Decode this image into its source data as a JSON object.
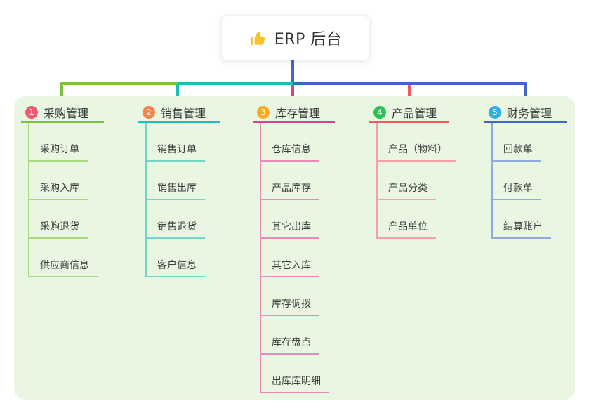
{
  "root": {
    "title": "ERP 后台",
    "icon": "thumbs-up-icon",
    "icon_color": "#f7c32a",
    "connector_color": "#4464c8"
  },
  "panel": {
    "bg": "#e9f6e2"
  },
  "branches": [
    {
      "num": "1",
      "title": "采购管理",
      "badge_color": "#f15a6f",
      "line_color": "#7fc241",
      "child_line_color": "#a9d87f",
      "children": [
        "采购订单",
        "采购入库",
        "采购退货",
        "供应商信息"
      ]
    },
    {
      "num": "2",
      "title": "销售管理",
      "badge_color": "#f8824f",
      "line_color": "#18bfb2",
      "child_line_color": "#74d4c9",
      "children": [
        "销售订单",
        "销售出库",
        "销售退货",
        "客户信息"
      ]
    },
    {
      "num": "3",
      "title": "库存管理",
      "badge_color": "#fbab1f",
      "line_color": "#d9418f",
      "child_line_color": "#ea8ab8",
      "children": [
        "仓库信息",
        "产品库存",
        "其它出库",
        "其它入库",
        "库存调拨",
        "库存盘点",
        "出库库明细"
      ]
    },
    {
      "num": "4",
      "title": "产品管理",
      "badge_color": "#2cc155",
      "line_color": "#f8565e",
      "child_line_color": "#faa0a4",
      "children": [
        "产品（物料）",
        "产品分类",
        "产品单位"
      ]
    },
    {
      "num": "5",
      "title": "财务管理",
      "badge_color": "#31aee4",
      "line_color": "#4464c8",
      "child_line_color": "#91a9e2",
      "children": [
        "回款单",
        "付款单",
        "结算账户"
      ]
    }
  ]
}
